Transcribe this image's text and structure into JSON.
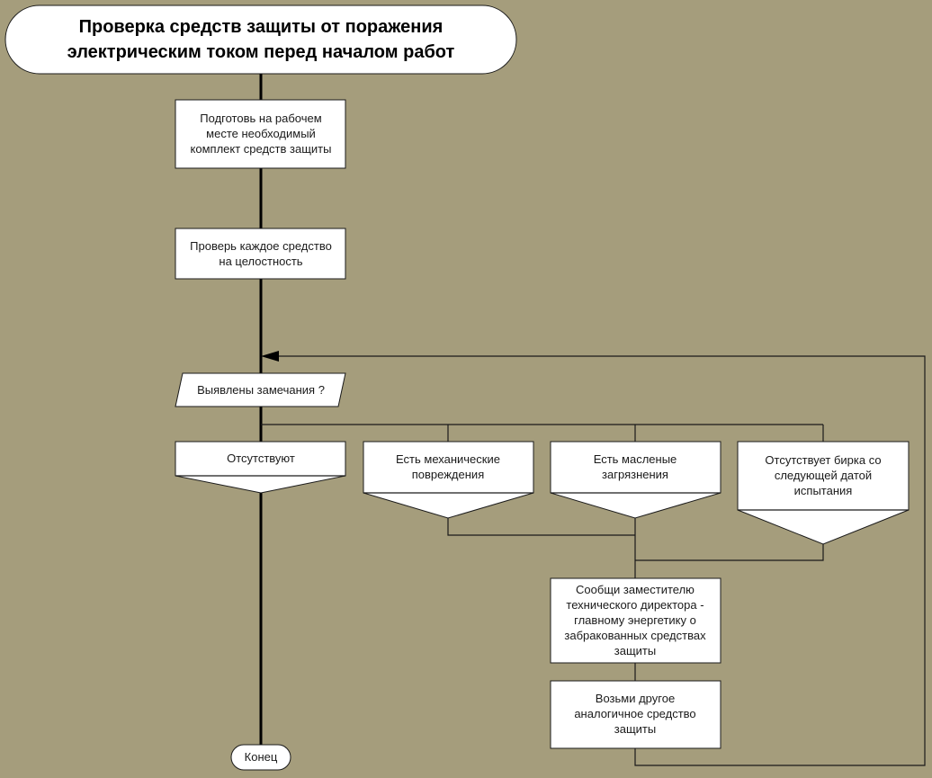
{
  "diagram": {
    "background": "#a59d7c",
    "title_lines": [
      "Проверка средств защиты от поражения",
      "электрическим током перед началом работ"
    ],
    "nodes": {
      "prepare": [
        "Подготовь на рабочем",
        "месте необходимый",
        "комплект средств защиты"
      ],
      "check": [
        "Проверь каждое средство",
        "на целостность"
      ],
      "decision": [
        "Выявлены замечания ?"
      ],
      "absent": [
        "Отсутствуют"
      ],
      "mechanical": [
        "Есть механические",
        "повреждения"
      ],
      "oil": [
        "Есть масленые",
        "загрязнения"
      ],
      "no_tag": [
        "Отсутствует бирка со",
        "следующей датой",
        "испытания"
      ],
      "report": [
        "Сообщи заместителю",
        "технического директора -",
        "главному энергетику о",
        "забракованных средствах",
        "защиты"
      ],
      "replace": [
        "Возьми другое",
        "аналогичное средство",
        "защиты"
      ],
      "end": [
        "Конец"
      ]
    }
  }
}
